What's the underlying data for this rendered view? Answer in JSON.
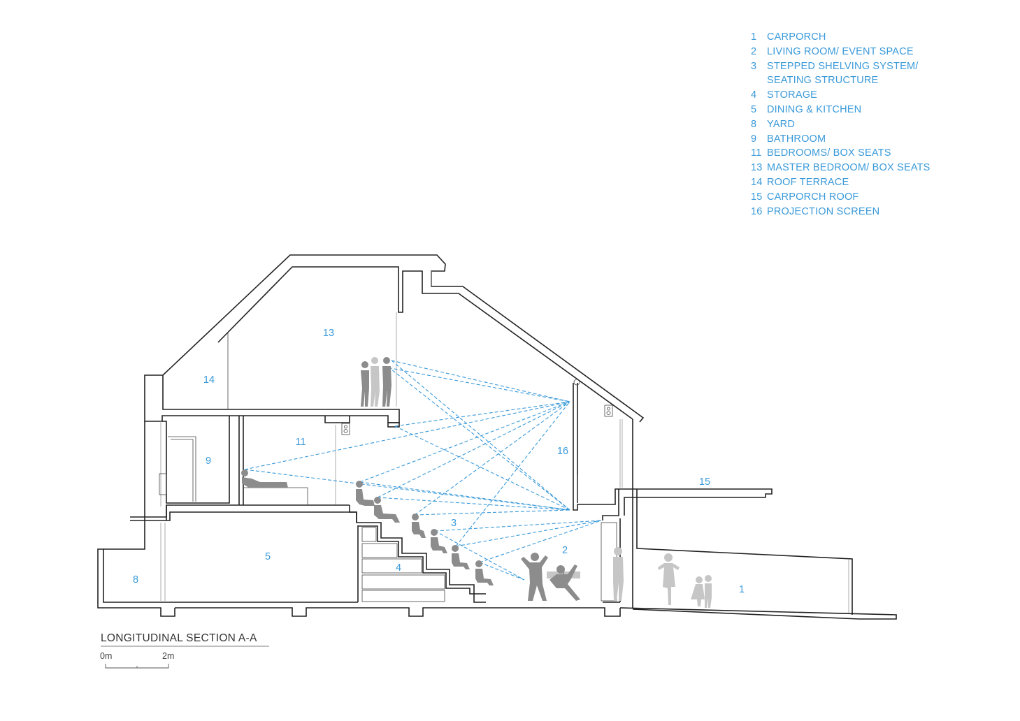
{
  "legend": [
    {
      "num": "1",
      "text": "CARPORCH"
    },
    {
      "num": "2",
      "text": "LIVING ROOM/ EVENT SPACE"
    },
    {
      "num": "3",
      "text": "STEPPED SHELVING SYSTEM/"
    },
    {
      "num": "",
      "text": "SEATING STRUCTURE"
    },
    {
      "num": "4",
      "text": "STORAGE"
    },
    {
      "num": "5",
      "text": "DINING & KITCHEN"
    },
    {
      "num": "8",
      "text": "YARD"
    },
    {
      "num": "9",
      "text": "BATHROOM"
    },
    {
      "num": "11",
      "text": "BEDROOMS/ BOX SEATS"
    },
    {
      "num": "13",
      "text": "MASTER BEDROOM/ BOX SEATS"
    },
    {
      "num": "14",
      "text": "ROOF TERRACE"
    },
    {
      "num": "15",
      "text": "CARPORCH ROOF"
    },
    {
      "num": "16",
      "text": "PROJECTION SCREEN"
    }
  ],
  "room_labels": {
    "r1": "1",
    "r2": "2",
    "r3": "3",
    "r4": "4",
    "r5": "5",
    "r8": "8",
    "r9": "9",
    "r11": "11",
    "r13": "13",
    "r14": "14",
    "r15": "15",
    "r16": "16"
  },
  "title": "LONGITUDINAL SECTION A-A",
  "scale": {
    "start": "0m",
    "end": "2m"
  },
  "colors": {
    "accent": "#3a9ad9",
    "line": "#222222",
    "figure_dark": "#8c8c8c",
    "figure_light": "#c6c6c6"
  }
}
